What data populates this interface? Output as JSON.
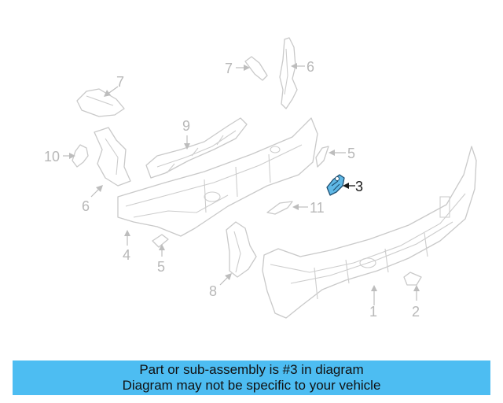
{
  "diagram": {
    "callouts": [
      {
        "id": "p1",
        "label": "1"
      },
      {
        "id": "p2",
        "label": "2"
      },
      {
        "id": "p3",
        "label": "3"
      },
      {
        "id": "p4",
        "label": "4"
      },
      {
        "id": "p5a",
        "label": "5"
      },
      {
        "id": "p5b",
        "label": "5"
      },
      {
        "id": "p6a",
        "label": "6"
      },
      {
        "id": "p6b",
        "label": "6"
      },
      {
        "id": "p7a",
        "label": "7"
      },
      {
        "id": "p7b",
        "label": "7"
      },
      {
        "id": "p8",
        "label": "8"
      },
      {
        "id": "p9",
        "label": "9"
      },
      {
        "id": "p10",
        "label": "10"
      },
      {
        "id": "p11",
        "label": "11"
      }
    ],
    "highlight_color": "#5fb8e6",
    "outline_color": "#c9c9c9"
  },
  "banner": {
    "line1": "Part or sub-assembly is #3 in diagram",
    "line2": "Diagram may not be specific to your vehicle",
    "color": "#4dbdf2"
  }
}
